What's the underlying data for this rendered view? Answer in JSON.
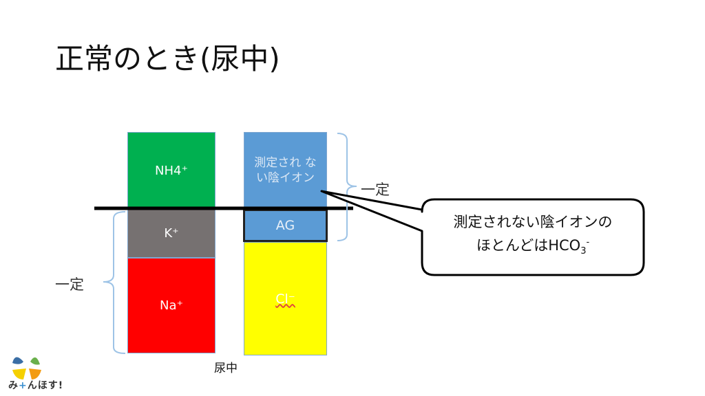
{
  "title": "正常のとき(尿中)",
  "cations": {
    "nh4": "NH4⁺",
    "k": "K⁺",
    "na": "Na⁺"
  },
  "anions": {
    "unmeasured_line1": "測定され な",
    "unmeasured_line2": "い陰イオン",
    "ag": "AG",
    "cl": "Cl⁻"
  },
  "bracket_left_label": "一定",
  "bracket_right_label": "一定",
  "x_label": "尿中",
  "callout": {
    "line1": "測定されない陰イオンの",
    "line2_prefix": "ほとんどは",
    "line2_formula": "HCO",
    "sub": "3",
    "sup": "-"
  },
  "logo_text": "みんほす!",
  "colors": {
    "green": "#00b050",
    "gray": "#767171",
    "red": "#ff0000",
    "blue": "#5b9bd5",
    "yellow": "#ffff00"
  }
}
